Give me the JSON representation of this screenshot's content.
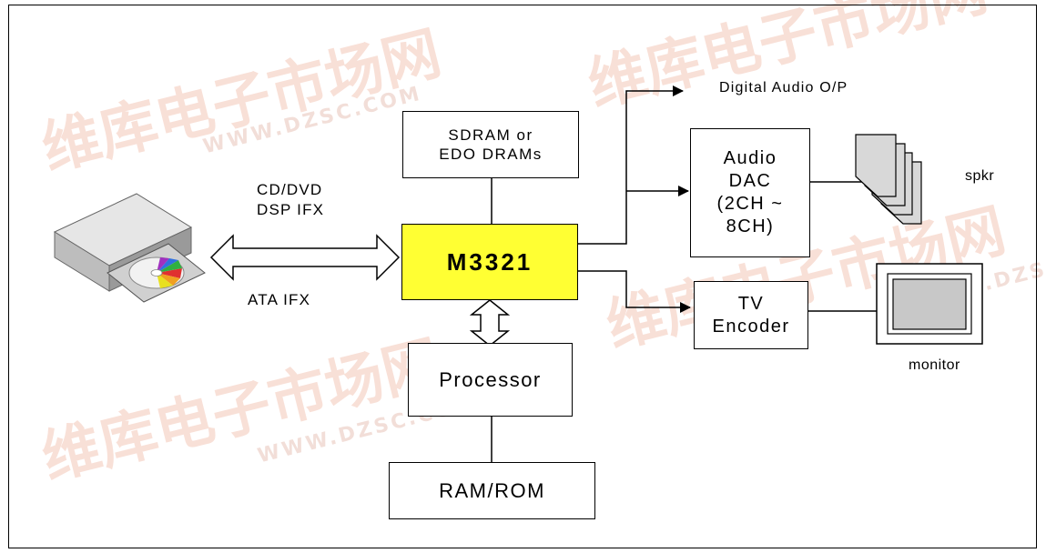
{
  "watermark": {
    "text": "维库电子市场网",
    "url": "WWW.DZSC.COM",
    "color": "#f4c7b8"
  },
  "blocks": {
    "main_chip": "M3321",
    "main_chip_color": "#ffff33",
    "sdram": "SDRAM or\nEDO DRAMs",
    "processor": "Processor",
    "ram_rom": "RAM/ROM",
    "audio_dac": "Audio\nDAC\n(2CH ~\n8CH)",
    "tv_encoder": "TV\nEncoder"
  },
  "labels": {
    "interface_top": "CD/DVD\nDSP IFX",
    "interface_bottom": "ATA IFX",
    "digital_audio": "Digital Audio O/P",
    "speaker": "spkr",
    "monitor": "monitor"
  },
  "icons": {
    "drive": "cd-dvd-drive-icon",
    "speaker": "speaker-stack-icon",
    "monitor": "monitor-icon"
  }
}
